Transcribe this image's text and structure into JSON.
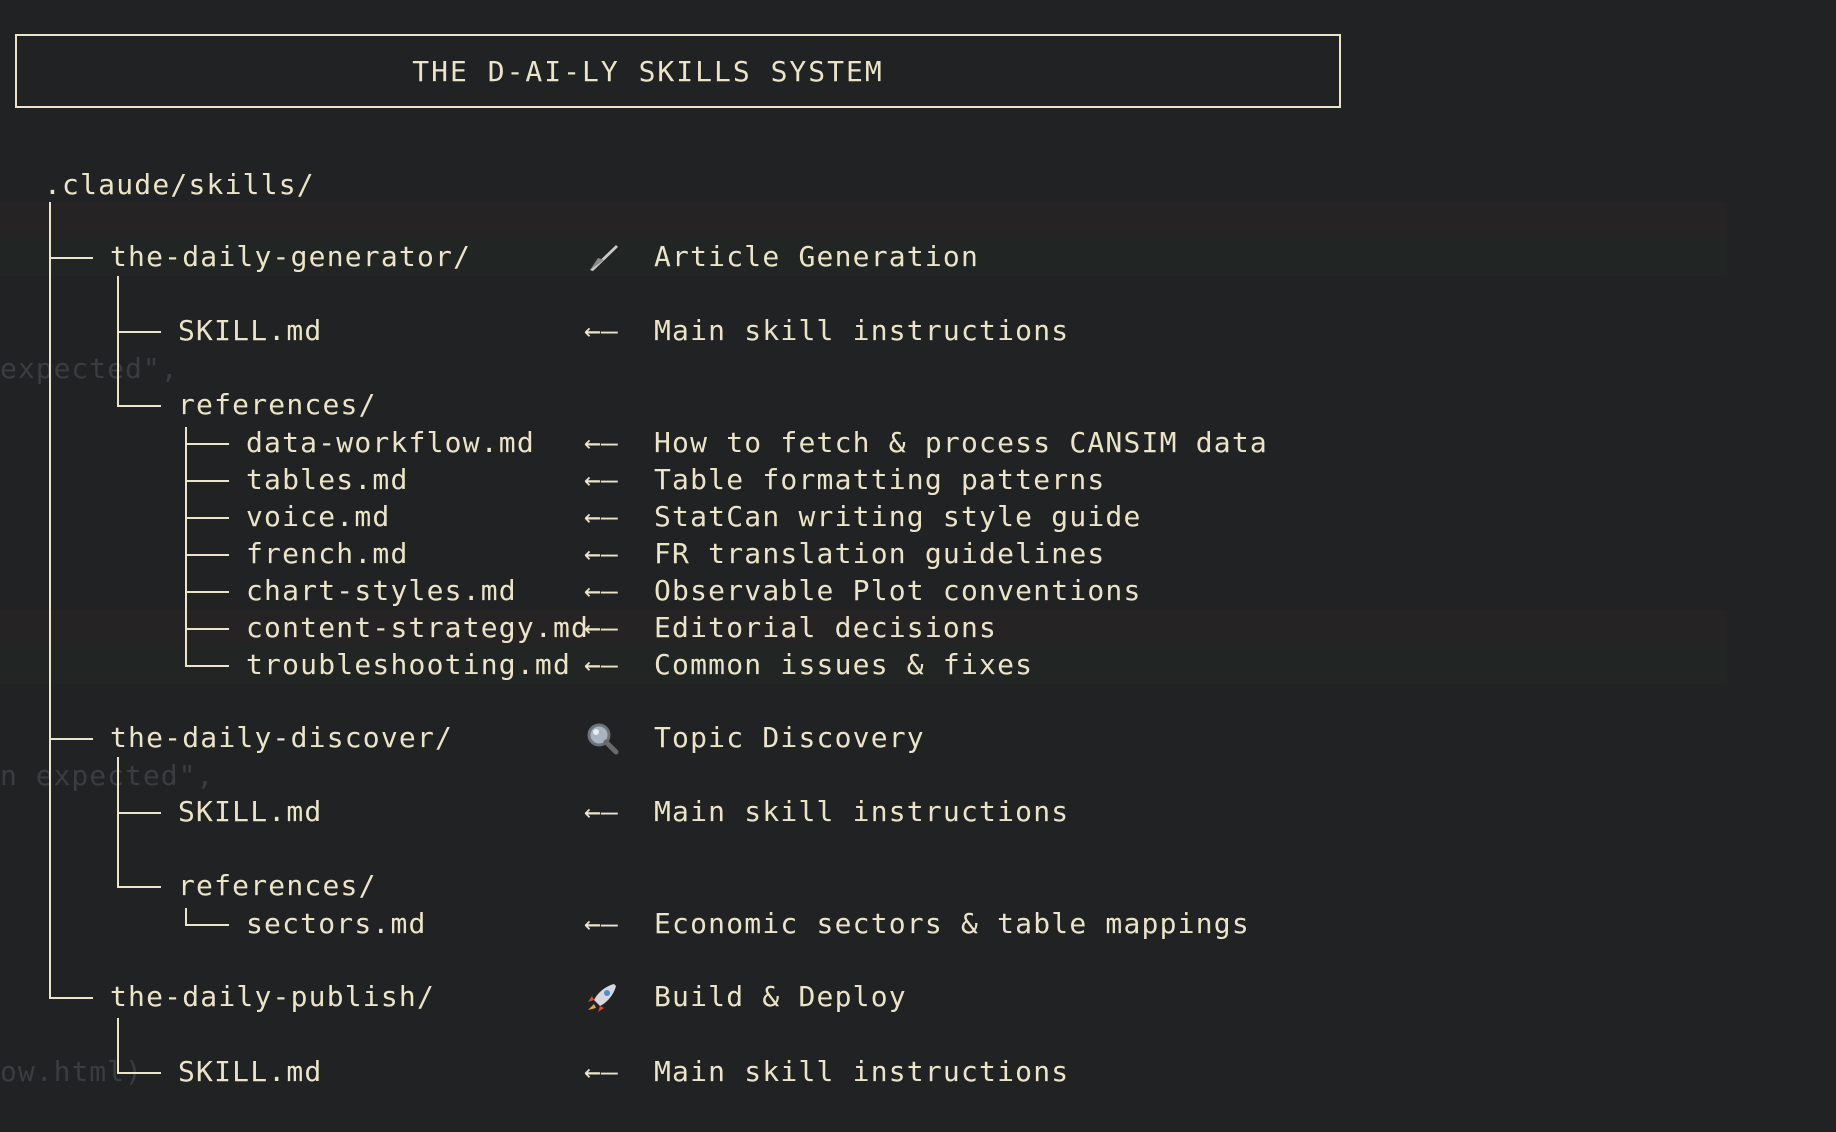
{
  "header": {
    "title": "THE D-AI-LY SKILLS SYSTEM"
  },
  "ghost_text": [
    "expected\",",
    "n expected\",",
    "ow.html)"
  ],
  "arrow_glyph": "←—",
  "tree": {
    "root": ".claude/skills/",
    "generator": {
      "folder": "the-daily-generator/",
      "icon": "feather-pen-icon",
      "title": "Article Generation",
      "skill_file": "SKILL.md",
      "skill_desc": "Main skill instructions",
      "refs_folder": "references/",
      "refs": [
        {
          "file": "data-workflow.md",
          "desc": "How to fetch & process CANSIM data"
        },
        {
          "file": "tables.md",
          "desc": "Table formatting patterns"
        },
        {
          "file": "voice.md",
          "desc": "StatCan writing style guide"
        },
        {
          "file": "french.md",
          "desc": "FR translation guidelines"
        },
        {
          "file": "chart-styles.md",
          "desc": "Observable Plot conventions"
        },
        {
          "file": "content-strategy.md",
          "desc": "Editorial decisions"
        },
        {
          "file": "troubleshooting.md",
          "desc": "Common issues & fixes"
        }
      ]
    },
    "discover": {
      "folder": "the-daily-discover/",
      "icon": "magnifier-icon",
      "title": "Topic Discovery",
      "skill_file": "SKILL.md",
      "skill_desc": "Main skill instructions",
      "refs_folder": "references/",
      "refs": [
        {
          "file": "sectors.md",
          "desc": "Economic sectors & table mappings"
        }
      ]
    },
    "publish": {
      "folder": "the-daily-publish/",
      "icon": "rocket-icon",
      "title": "Build & Deploy",
      "skill_file": "SKILL.md",
      "skill_desc": "Main skill instructions"
    }
  },
  "colors": {
    "background": "#202224",
    "foreground": "#ece4c6"
  }
}
